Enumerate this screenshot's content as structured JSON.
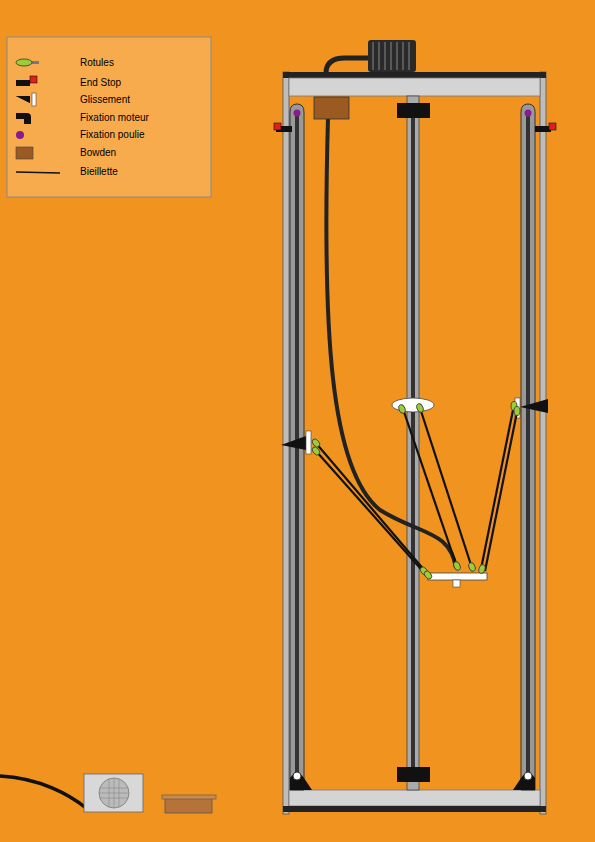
{
  "diagram": {
    "legend": [
      {
        "text": "Rotules"
      },
      {
        "text": "End Stop"
      },
      {
        "text": "Glissement"
      },
      {
        "text": "Fixation moteur"
      },
      {
        "text": "Fixation poulie"
      },
      {
        "text": "Bowden"
      },
      {
        "text": "Bieillette"
      }
    ]
  }
}
